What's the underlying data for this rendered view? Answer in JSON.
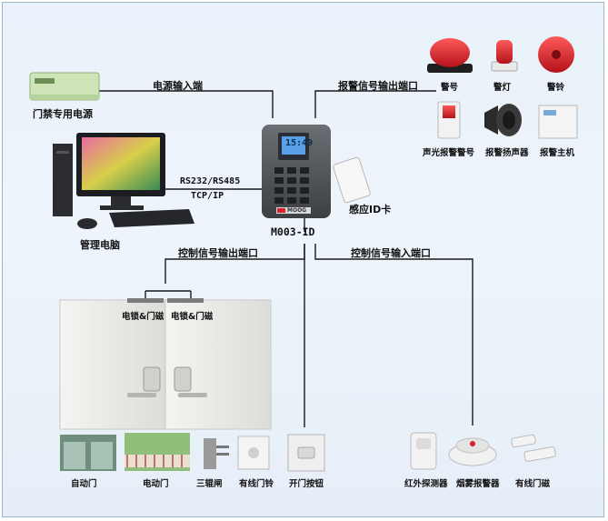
{
  "controller": {
    "model": "M003-ID",
    "screen_text": "15:49",
    "brand": "MOOG"
  },
  "labels": {
    "power_input": "电源输入端",
    "alarm_output": "报警信号输出端口",
    "rs232": "RS232/RS485",
    "tcpip": "TCP/IP",
    "ctrl_output": "控制信号输出端口",
    "ctrl_input": "控制信号输入端口",
    "id_card": "感应ID卡"
  },
  "devices": {
    "power_supply": "门禁专用电源",
    "pc": "管理电脑",
    "alarm_siren": "警号",
    "alarm_light": "警灯",
    "alarm_bell": "警铃",
    "strobe_siren": "声光报警警号",
    "speaker": "报警扬声器",
    "alarm_host": "报警主机",
    "lock1": "电锁&门磁",
    "lock2": "电锁&门磁",
    "auto_door": "自动门",
    "electric_gate": "电动门",
    "turnstile": "三辊闸",
    "doorbell": "有线门铃",
    "exit_button": "开门按钮",
    "pir": "红外探测器",
    "smoke": "烟雾报警器",
    "door_contact": "有线门磁"
  },
  "colors": {
    "line": "#1a1a1a",
    "alarm_red": "#d8232a",
    "background": "#eaf1f9"
  },
  "icons": [
    "power-supply-icon",
    "computer-icon",
    "siren-icon",
    "beacon-icon",
    "bell-icon",
    "strobe-icon",
    "speaker-icon",
    "alarm-host-icon",
    "access-controller-icon",
    "id-card-icon",
    "double-door-icon",
    "auto-door-icon",
    "electric-gate-icon",
    "turnstile-icon",
    "doorbell-icon",
    "exit-button-icon",
    "pir-icon",
    "smoke-detector-icon",
    "door-contact-icon"
  ]
}
